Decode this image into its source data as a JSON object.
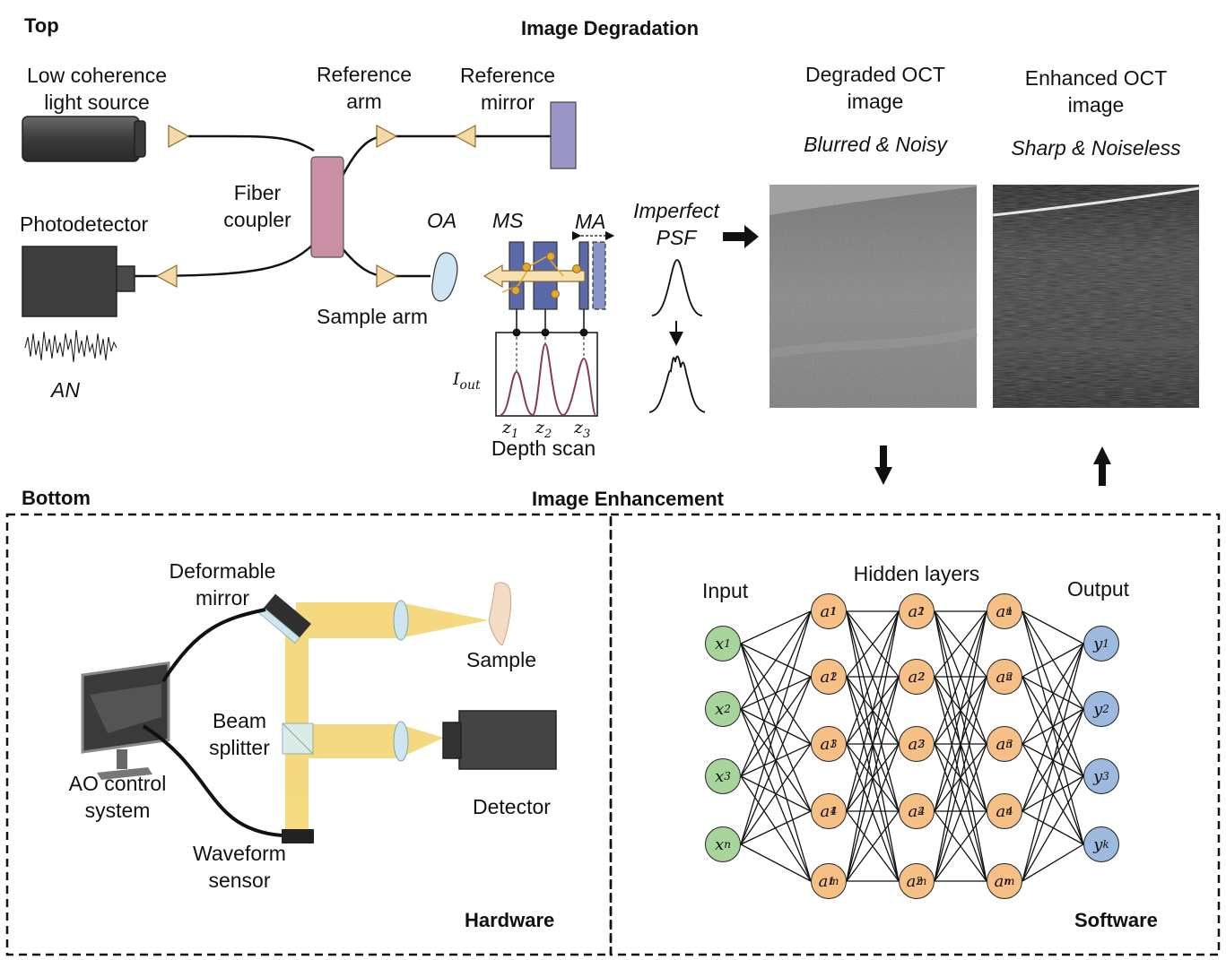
{
  "top": {
    "section_label": "Top",
    "title": "Image Degradation",
    "light_source": "Low coherence\nlight source",
    "photodetector": "Photodetector",
    "an_label": "AN",
    "fiber_coupler": "Fiber\ncoupler",
    "reference_arm": "Reference\narm",
    "reference_mirror": "Reference\nmirror",
    "sample_arm": "Sample arm",
    "oa": "OA",
    "ms": "MS",
    "ma": "MA",
    "imperfect_psf": "Imperfect\nPSF",
    "iout_main": "I",
    "iout_sub": "out",
    "z_main": "z",
    "z1_sub": "1",
    "z2_sub": "2",
    "z3_sub": "3",
    "depth_scan": "Depth scan",
    "degraded_title": "Degraded OCT\nimage",
    "degraded_sub": "Blurred & Noisy",
    "enhanced_title": "Enhanced OCT\nimage",
    "enhanced_sub": "Sharp & Noiseless"
  },
  "bottom": {
    "section_label": "Bottom",
    "title": "Image Enhancement",
    "deformable_mirror": "Deformable\nmirror",
    "sample": "Sample",
    "beam_splitter": "Beam\nsplitter",
    "detector": "Detector",
    "ao_control": "AO control\nsystem",
    "waveform_sensor": "Waveform\nsensor",
    "hardware": "Hardware",
    "software": "Software"
  },
  "network": {
    "input_label": "Input",
    "hidden_label": "Hidden layers",
    "output_label": "Output",
    "input_nodes": [
      {
        "base": "x",
        "sub": "1"
      },
      {
        "base": "x",
        "sub": "2"
      },
      {
        "base": "x",
        "sub": "3"
      },
      {
        "base": "x",
        "sub": "n"
      }
    ],
    "hidden_layers": [
      [
        {
          "base": "a",
          "sub": "1",
          "sup": "1"
        },
        {
          "base": "a",
          "sub": "2",
          "sup": "1"
        },
        {
          "base": "a",
          "sub": "3",
          "sup": "1"
        },
        {
          "base": "a",
          "sub": "4",
          "sup": "1"
        },
        {
          "base": "a",
          "sub": "m",
          "sup": "1"
        }
      ],
      [
        {
          "base": "a",
          "sub": "1",
          "sup": "2"
        },
        {
          "base": "a",
          "sub": "2",
          "sup": "2"
        },
        {
          "base": "a",
          "sub": "3",
          "sup": "2"
        },
        {
          "base": "a",
          "sub": "4",
          "sup": "2"
        },
        {
          "base": "a",
          "sub": "m",
          "sup": "2"
        }
      ],
      [
        {
          "base": "a",
          "sub": "1",
          "sup": "n"
        },
        {
          "base": "a",
          "sub": "2",
          "sup": "n"
        },
        {
          "base": "a",
          "sub": "3",
          "sup": "n"
        },
        {
          "base": "a",
          "sub": "4",
          "sup": "n"
        },
        {
          "base": "a",
          "sub": "m",
          "sup": "n"
        }
      ]
    ],
    "output_nodes": [
      {
        "base": "y",
        "sub": "1"
      },
      {
        "base": "y",
        "sub": "2"
      },
      {
        "base": "y",
        "sub": "3"
      },
      {
        "base": "y",
        "sub": "k"
      }
    ]
  },
  "colors": {
    "input_node": "#a6d49b",
    "hidden_node": "#f6bf86",
    "output_node": "#9db9de",
    "beam": "#f3d36a",
    "coupler": "#c98fa5",
    "mirror": "#9a97c6",
    "lens": "#cfe6f2"
  }
}
